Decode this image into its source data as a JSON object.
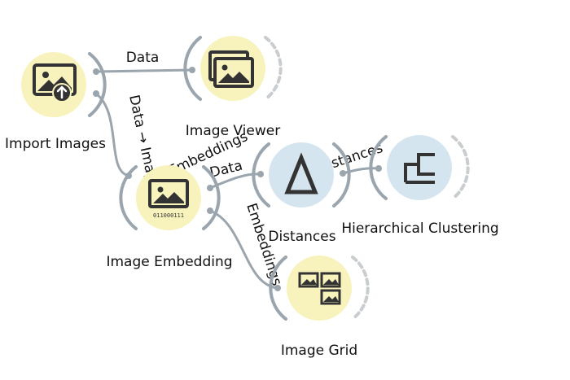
{
  "colors": {
    "widget_yellow": "#f8f3bd",
    "widget_blue": "#d5e5ef",
    "link": "#9aa5ad",
    "icon_dark": "#333333"
  },
  "nodes": {
    "import_images": {
      "label": "Import Images",
      "icon": "import-images-icon"
    },
    "image_viewer": {
      "label": "Image Viewer",
      "icon": "image-viewer-icon"
    },
    "image_embedding": {
      "label": "Image Embedding",
      "icon": "image-embedding-icon",
      "icon_text": "011000111"
    },
    "distances": {
      "label": "Distances",
      "icon": "distances-icon"
    },
    "hierarchical_clustering": {
      "label": "Hierarchical Clustering",
      "icon": "dendrogram-icon"
    },
    "image_grid": {
      "label": "Image Grid",
      "icon": "image-grid-icon"
    }
  },
  "links": {
    "import_to_viewer": "Data",
    "import_to_embedding": "Data → Images",
    "embedding_to_viewer": "Embeddings",
    "embedding_to_distances": "Data",
    "distances_to_clustering": "Distances",
    "embedding_to_grid": "Embeddings"
  }
}
